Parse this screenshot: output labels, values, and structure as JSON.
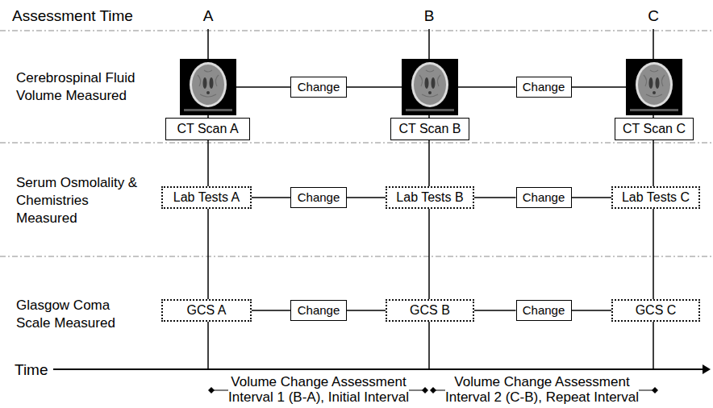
{
  "diagram": {
    "nodes": [
      {
        "text": [
          "CT Scan A"
        ]
      },
      {
        "text": [
          "Change"
        ]
      },
      {
        "text": [
          "CT Scan B"
        ]
      },
      {
        "text": [
          "Change"
        ]
      },
      {
        "text": [
          "CT Scan C"
        ]
      },
      {
        "text": [
          "Lab Tests A"
        ]
      },
      {
        "text": [
          "Change"
        ]
      },
      {
        "text": [
          "Lab Tests B"
        ]
      },
      {
        "text": [
          "Change"
        ]
      },
      {
        "text": [
          "Lab Tests C"
        ]
      },
      {
        "text": [
          "GCS A"
        ]
      },
      {
        "text": [
          "Change"
        ]
      },
      {
        "text": [
          "GCS B"
        ]
      },
      {
        "text": [
          "Change"
        ]
      },
      {
        "text": [
          "GCS C"
        ]
      }
    ],
    "edges": [
      {
        "from": 0,
        "to": 1,
        "arrow": "none"
      },
      {
        "from": 1,
        "to": 2,
        "arrow": "none"
      },
      {
        "from": 2,
        "to": 3,
        "arrow": "none"
      },
      {
        "from": 3,
        "to": 4,
        "arrow": "none"
      },
      {
        "from": 5,
        "to": 6,
        "arrow": "none"
      },
      {
        "from": 6,
        "to": 7,
        "arrow": "none"
      },
      {
        "from": 7,
        "to": 8,
        "arrow": "none"
      },
      {
        "from": 8,
        "to": 9,
        "arrow": "none"
      },
      {
        "from": 10,
        "to": 11,
        "arrow": "none"
      },
      {
        "from": 11,
        "to": 12,
        "arrow": "none"
      },
      {
        "from": 12,
        "to": 13,
        "arrow": "none"
      },
      {
        "from": 13,
        "to": 14,
        "arrow": "none"
      }
    ],
    "labels": [
      "Assessment Time",
      "A",
      "B",
      "C",
      "Cerebrospinal Fluid Volume Measured",
      "Serum Osmolality & Chemistries Measured",
      "Glasgow Coma Scale Measured",
      "Time",
      "Volume Change Assessment Interval 1 (B-A), Initial Interval",
      "Volume Change Assessment Interval 2 (C-B), Repeat Interval"
    ]
  }
}
